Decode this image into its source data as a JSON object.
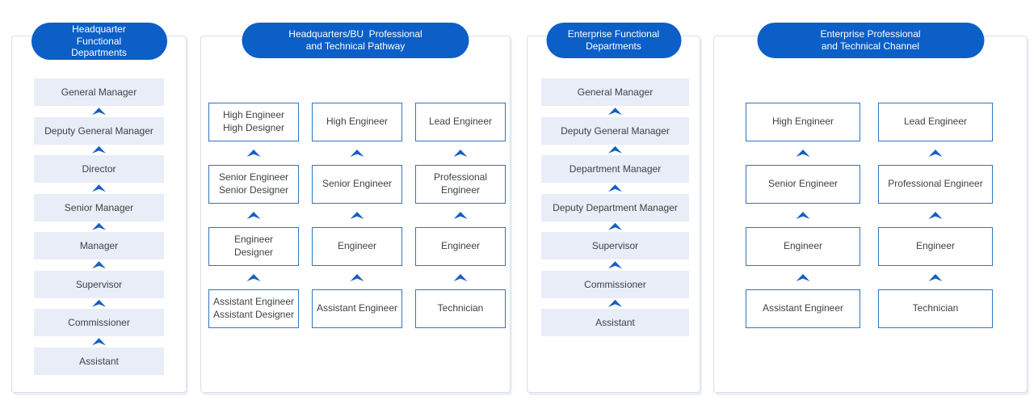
{
  "diagram": {
    "colors": {
      "pill_blue": "#0b5fc7",
      "ladder_box_fill": "#e8edf8",
      "outlined_box_border": "#2e74c0",
      "arrow_blue": "#155fc4",
      "panel_border": "#d9dee7",
      "text": "#3f4245"
    },
    "panels": [
      {
        "id": "headquarter-functional-departments",
        "title": "Headquarter\nFunctional\nDepartments",
        "boxes": [
          "General Manager",
          "Deputy General Manager",
          "Director",
          "Senior Manager",
          "Manager",
          "Supervisor",
          "Commissioner",
          "Assistant"
        ]
      },
      {
        "id": "headquarters-bu-professional-and-technical-pathway",
        "title": "Headquarters/BU  Professional\nand Technical Pathway",
        "columns": [
          [
            "High Engineer\nHigh Designer",
            "Senior Engineer\nSenior Designer",
            "Engineer\nDesigner",
            "Assistant Engineer\nAssistant Designer"
          ],
          [
            "High Engineer",
            "Senior Engineer",
            "Engineer",
            "Assistant Engineer"
          ],
          [
            "Lead Engineer",
            "Professional Engineer",
            "Engineer",
            "Technician"
          ]
        ]
      },
      {
        "id": "enterprise-functional-departments",
        "title": "Enterprise Functional\nDepartments",
        "boxes": [
          "General Manager",
          "Deputy General Manager",
          "Department Manager",
          "Deputy Department Manager",
          "Supervisor",
          "Commissioner",
          "Assistant"
        ]
      },
      {
        "id": "enterprise-professional-and-technical-channel",
        "title": "Enterprise Professional\nand Technical Channel",
        "columns": [
          [
            "High Engineer",
            "Senior Engineer",
            "Engineer",
            "Assistant Engineer"
          ],
          [
            "Lead Engineer",
            "Professional Engineer",
            "Engineer",
            "Technician"
          ]
        ]
      }
    ]
  }
}
